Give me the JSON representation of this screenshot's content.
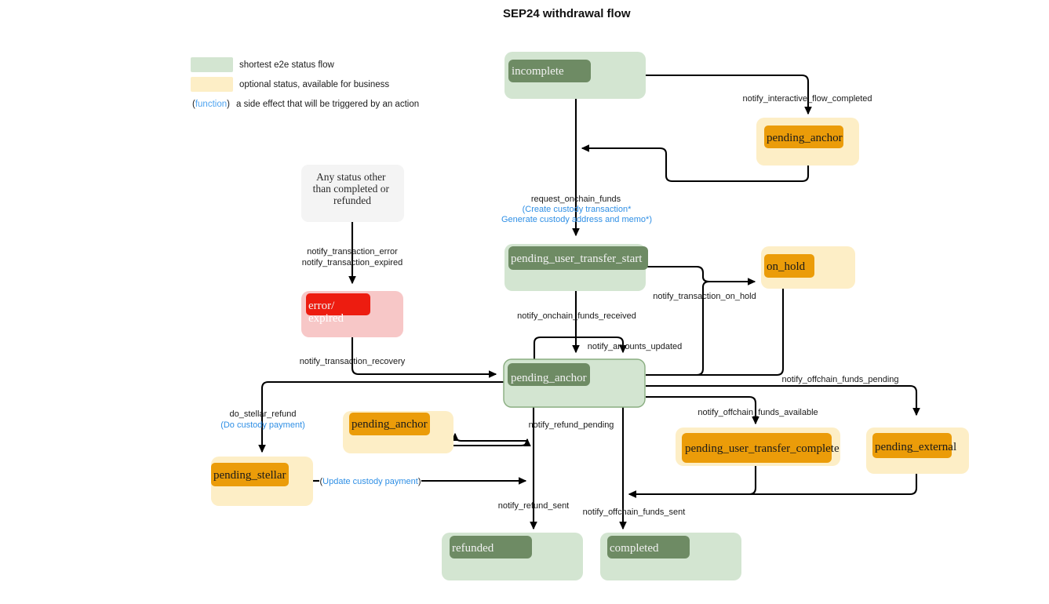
{
  "title": "SEP24 withdrawal flow",
  "colors": {
    "shortest_outer": "#d3e5d1",
    "shortest_inner": "#6e8b64",
    "optional_outer": "#fdeec6",
    "optional_inner": "#eb9c09",
    "error_outer": "#f7c7c7",
    "error_inner": "#ed1c10",
    "note_box": "#f4f4f4",
    "function_text": "#2f8fe5",
    "edge": "#000000",
    "text_light": "#f2f2f2",
    "text_dark": "#1a1a1a"
  },
  "legend": {
    "items": [
      {
        "swatch": "shortest_outer",
        "label": "shortest e2e status flow"
      },
      {
        "swatch": "optional_outer",
        "label": "optional status, available for business"
      }
    ],
    "function_note": {
      "open_paren": "(",
      "keyword": "function",
      "close_paren": ")",
      "label": "a side effect that will be triggered by an action"
    }
  },
  "nodes": [
    {
      "id": "incomplete",
      "label": "incomplete",
      "kind": "shortest"
    },
    {
      "id": "pending_anchor_top",
      "label": "pending_anchor",
      "kind": "optional"
    },
    {
      "id": "any_status_note",
      "label": "Any status other\nthan completed or\nrefunded",
      "kind": "note"
    },
    {
      "id": "error_expired",
      "label_line1": "error/",
      "label_line2": "expired",
      "kind": "error"
    },
    {
      "id": "pending_user_transfer_start",
      "label": "pending_user_transfer_start",
      "kind": "shortest"
    },
    {
      "id": "on_hold",
      "label": "on_hold",
      "kind": "optional"
    },
    {
      "id": "pending_anchor_mid",
      "label": "pending_anchor",
      "kind": "shortest_outlined"
    },
    {
      "id": "pending_anchor_low",
      "label": "pending_anchor",
      "kind": "optional"
    },
    {
      "id": "pending_stellar",
      "label": "pending_stellar",
      "kind": "optional"
    },
    {
      "id": "pending_user_transfer_complete",
      "label": "pending_user_transfer_complete",
      "kind": "optional"
    },
    {
      "id": "pending_external",
      "label": "pending_external",
      "kind": "optional"
    },
    {
      "id": "refunded",
      "label": "refunded",
      "kind": "shortest"
    },
    {
      "id": "completed",
      "label": "completed",
      "kind": "shortest"
    }
  ],
  "edge_labels": {
    "notify_interactive_flow_completed": "notify_interactive_flow_completed",
    "request_onchain_funds": "request_onchain_funds",
    "create_custody_transaction": "(Create custody transaction*",
    "generate_custody_address": "Generate custody address and memo*)",
    "notify_transaction_error": "notify_transaction_error",
    "notify_transaction_expired": "notify_transaction_expired",
    "notify_transaction_recovery": "notify_transaction_recovery",
    "notify_onchain_funds_received": "notify_onchain_funds_received",
    "notify_amounts_updated": "notify_amounts_updated",
    "notify_transaction_on_hold": "notify_transaction_on_hold",
    "notify_offchain_funds_pending": "notify_offchain_funds_pending",
    "notify_offchain_funds_available": "notify_offchain_funds_available",
    "notify_refund_pending": "notify_refund_pending",
    "notify_refund_sent": "notify_refund_sent",
    "notify_offchain_funds_sent": "notify_offchain_funds_sent",
    "do_stellar_refund": "do_stellar_refund",
    "do_custody_payment": "(Do custody payment)",
    "update_custody_payment": "(Update custody payment)",
    "update_custody_payment_open": "(",
    "update_custody_payment_body": "Update custody payment",
    "update_custody_payment_close": ")"
  }
}
